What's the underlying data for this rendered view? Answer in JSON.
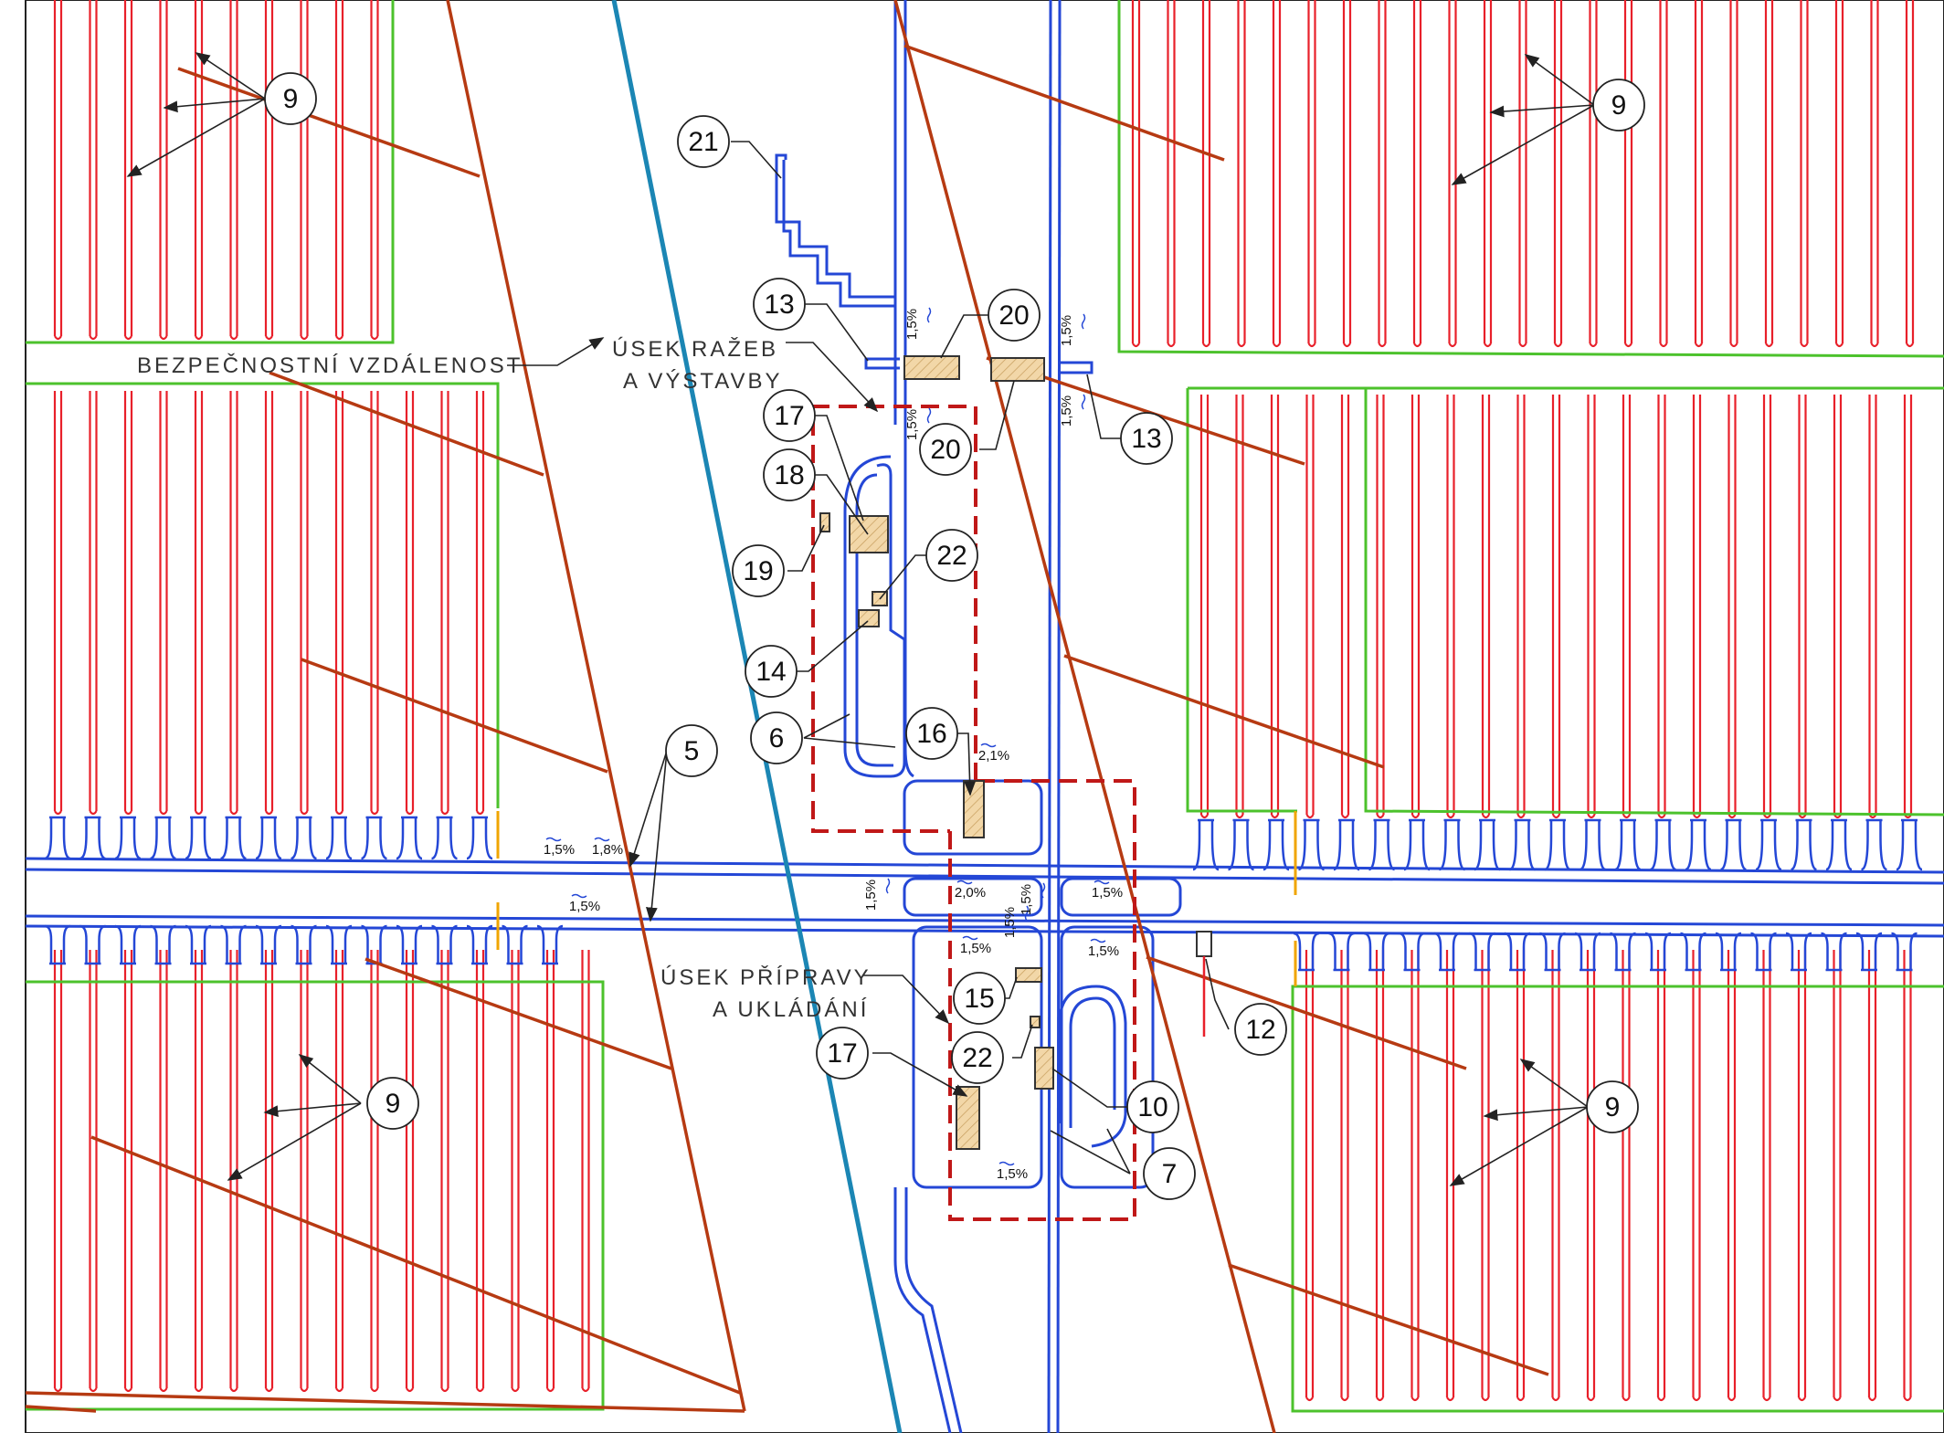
{
  "colors": {
    "drift": "#e8202a",
    "panel_outline": "#4cc22c",
    "road": "#2447d6",
    "fault": "#b63a12",
    "river": "#1b86b4",
    "zone_outline": "#c01818",
    "equipment_fill": "#f2d7a8",
    "amber_marker": "#f0a500",
    "leader": "#222222",
    "text": "#333333"
  },
  "labels": {
    "safety_distance": "BEZPEČNOSTNÍ VZDÁLENOST",
    "zone_tunneling_line1": "ÚSEK RAŽEB",
    "zone_tunneling_line2": "A VÝSTAVBY",
    "zone_prep_line1": "ÚSEK PŘÍPRAVY",
    "zone_prep_line2": "A UKLÁDÁNÍ"
  },
  "callouts": [
    {
      "id": "c9a",
      "num": "9"
    },
    {
      "id": "c9b",
      "num": "9"
    },
    {
      "id": "c9c",
      "num": "9"
    },
    {
      "id": "c9d",
      "num": "9"
    },
    {
      "id": "c21",
      "num": "21"
    },
    {
      "id": "c13a",
      "num": "13"
    },
    {
      "id": "c13b",
      "num": "13"
    },
    {
      "id": "c20a",
      "num": "20"
    },
    {
      "id": "c20b",
      "num": "20"
    },
    {
      "id": "c17a",
      "num": "17"
    },
    {
      "id": "c18",
      "num": "18"
    },
    {
      "id": "c19",
      "num": "19"
    },
    {
      "id": "c22a",
      "num": "22"
    },
    {
      "id": "c14",
      "num": "14"
    },
    {
      "id": "c6",
      "num": "6"
    },
    {
      "id": "c16",
      "num": "16"
    },
    {
      "id": "c5",
      "num": "5"
    },
    {
      "id": "c15",
      "num": "15"
    },
    {
      "id": "c22b",
      "num": "22"
    },
    {
      "id": "c17b",
      "num": "17"
    },
    {
      "id": "c10",
      "num": "10"
    },
    {
      "id": "c7",
      "num": "7"
    },
    {
      "id": "c12",
      "num": "12"
    }
  ],
  "grades": [
    {
      "id": "g1",
      "text": "1,5%"
    },
    {
      "id": "g2",
      "text": "1,8%"
    },
    {
      "id": "g3",
      "text": "1,5%"
    },
    {
      "id": "g4",
      "text": "1,5%"
    },
    {
      "id": "g5",
      "text": "2,0%"
    },
    {
      "id": "g6",
      "text": "1,5%"
    },
    {
      "id": "g7",
      "text": "1,5%"
    },
    {
      "id": "g8",
      "text": "1,5%"
    },
    {
      "id": "g9",
      "text": "1,5%"
    },
    {
      "id": "g10",
      "text": "1,5%"
    },
    {
      "id": "g11",
      "text": "2,1%"
    },
    {
      "id": "g12",
      "text": "1,5%"
    },
    {
      "id": "g13",
      "text": "1,5%"
    },
    {
      "id": "g14",
      "text": "1,5%"
    },
    {
      "id": "g15",
      "text": "1,5%"
    },
    {
      "id": "g16",
      "text": "1,5%"
    }
  ]
}
